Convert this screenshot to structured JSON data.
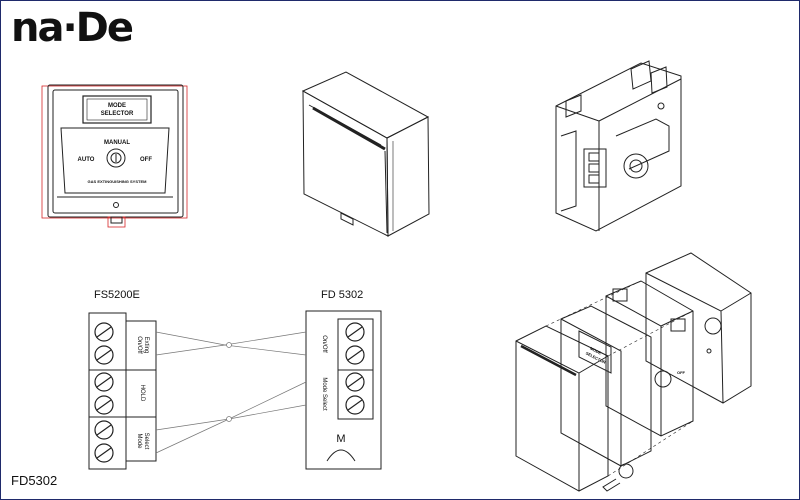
{
  "brand": {
    "logo_text": "na·De"
  },
  "front_view": {
    "window_text_line1": "MODE",
    "window_text_line2": "SELECTOR",
    "manual": "MANUAL",
    "auto": "AUTO",
    "off": "OFF",
    "system": "GAS EXTINGUISHING SYSTEM"
  },
  "wiring": {
    "left_device": "FS5200E",
    "right_device": "FD 5302",
    "left_terminals": [
      {
        "line1": "On/Off",
        "line2": "Exting"
      },
      {
        "line1": "HOLD",
        "line2": ""
      },
      {
        "line1": "Mode",
        "line2": "Select"
      }
    ],
    "right_terminals": [
      {
        "line1": "On/Off",
        "line2": ""
      },
      {
        "line1": "Mode Select",
        "line2": ""
      }
    ],
    "symbol": "M"
  },
  "exploded": {
    "label_line1": "MODE",
    "label_line2": "SELECTOR",
    "off": "OFF"
  },
  "caption": "FD5302",
  "colors": {
    "border": "#1f2a6b",
    "line": "#222222",
    "red_outline": "#d62728"
  }
}
